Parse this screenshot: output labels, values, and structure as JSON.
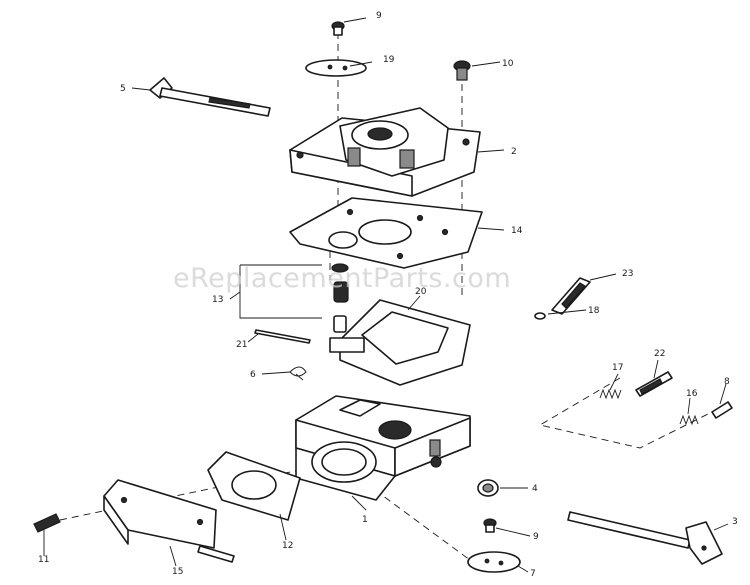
{
  "watermark": "eReplacementParts.com",
  "labels": {
    "part_1": "1",
    "part_2": "2",
    "part_3": "3",
    "part_4": "4",
    "part_5": "5",
    "part_6": "6",
    "part_7": "7",
    "part_8": "8",
    "part_9_top": "9",
    "part_9_bottom": "9",
    "part_10": "10",
    "part_11": "11",
    "part_12": "12",
    "part_13": "13",
    "part_14": "14",
    "part_15": "15",
    "part_16": "16",
    "part_17": "17",
    "part_18": "18",
    "part_19": "19",
    "part_20": "20",
    "part_21": "21",
    "part_22": "22",
    "part_23": "23"
  }
}
